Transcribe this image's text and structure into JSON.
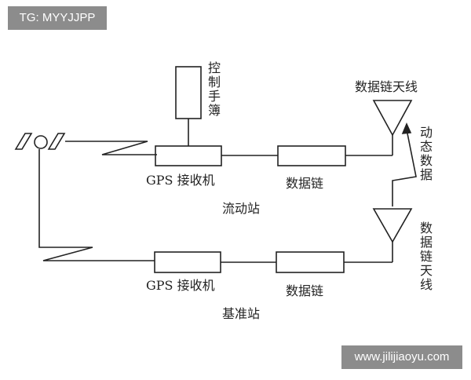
{
  "watermarks": {
    "top_left": "TG: MYYJJPP",
    "bottom_right": "www.jilijiaoyu.com"
  },
  "labels": {
    "controller": "控制手簿",
    "rover_receiver": "GPS 接收机",
    "rover_datalink": "数据链",
    "rover_station": "流动站",
    "top_antenna": "数据链天线",
    "dynamic_data": "动态数据",
    "bottom_antenna": "数据链天线",
    "base_receiver": "GPS 接收机",
    "base_datalink": "数据链",
    "base_station": "基准站"
  },
  "colors": {
    "stroke": "#222222",
    "watermark_bg": "#8c8c8c"
  }
}
